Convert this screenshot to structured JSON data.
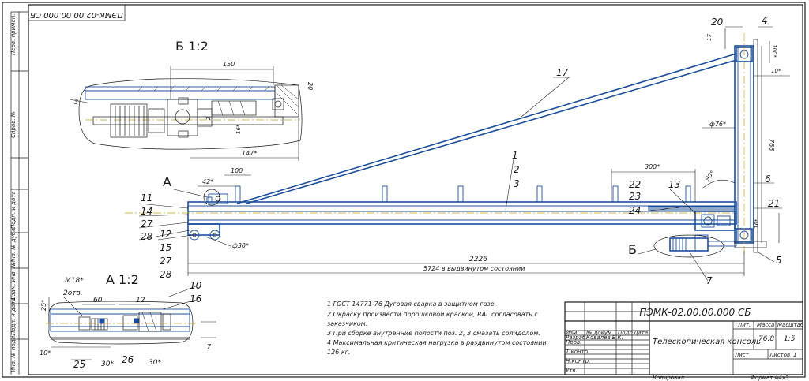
{
  "stamp_rotated": "ПЭМК-02.00.00.000 СБ",
  "views": {
    "detail_b": "Б 1:2",
    "detail_a": "А 1:2",
    "callout_a": "А",
    "callout_b": "Б"
  },
  "left_strip": [
    "Перв. примен.",
    "Справ. №",
    "Подп. и дата",
    "Инв. № дубл.",
    "Взам. инв. №",
    "Подп. и дата",
    "Инв. № подл."
  ],
  "dimensions": {
    "d150": "150",
    "d20": "20",
    "d2": "2",
    "d16a": "16*",
    "d147": "147*",
    "d100": "100",
    "d42": "42*",
    "d300": "300*",
    "d90": "90°",
    "d76": "ф76*",
    "d766": "766",
    "d17": "17",
    "d100b": "100*",
    "d10": "10*",
    "d16b": "16*",
    "d30": "ф30*",
    "d2226": "2226",
    "d5724": "5724 в выдвинутом состоянии",
    "m18": "М18*",
    "two_holes": "2отв.",
    "d60": "60",
    "d12": "12",
    "d25": "25*",
    "d10a": "10*",
    "d25b": "25",
    "d30a": "30*",
    "d30b": "30*",
    "d7": "7"
  },
  "positions": {
    "p1": "1",
    "p2": "2",
    "p3": "3",
    "p4": "4",
    "p5": "5",
    "p6": "6",
    "p7": "7",
    "p10": "10",
    "p11": "11",
    "p12": "12",
    "p13": "13",
    "p14": "14",
    "p15": "15",
    "p16": "16",
    "p17": "17",
    "p20": "20",
    "p21": "21",
    "p22": "22",
    "p23": "23",
    "p24": "24",
    "p25": "25",
    "p26": "26",
    "p27": "27",
    "p28": "28",
    "p12b": "12",
    "p27b": "27",
    "p28b": "28",
    "p3b": "3"
  },
  "notes": [
    "1 ГОСТ 14771-76 Дуговая сварка в защитном газе.",
    "2 Окраску произвести порошковой краской, RAL согласовать с",
    "заказчиком.",
    "3 При сборке внутренние полости поз. 2, 3 смазать солидолом.",
    "4 Максимальная критическая нагрузка в раздвинутом состоянии",
    "126 кг."
  ],
  "title_block": {
    "designation": "ПЭМК-02.00.00.000 СБ",
    "name": "Телескопическая консоль",
    "lit_header": "Лит.",
    "mass_header": "Масса",
    "scale_header": "Масштаб",
    "mass": "76.8",
    "scale": "1:5",
    "sheet_label": "Лист",
    "sheets_label": "Листов",
    "sheets": "1",
    "rows": [
      "Изм.",
      "Разраб.",
      "Пров.",
      "Т.контр.",
      "",
      "Н.контр.",
      "Утв."
    ],
    "cols": [
      "Лист",
      "№ докум.",
      "Подп.",
      "Дата"
    ],
    "developer": "Ковалев Е.К.",
    "copied": "Копировал",
    "format": "Формат   A4x3"
  }
}
